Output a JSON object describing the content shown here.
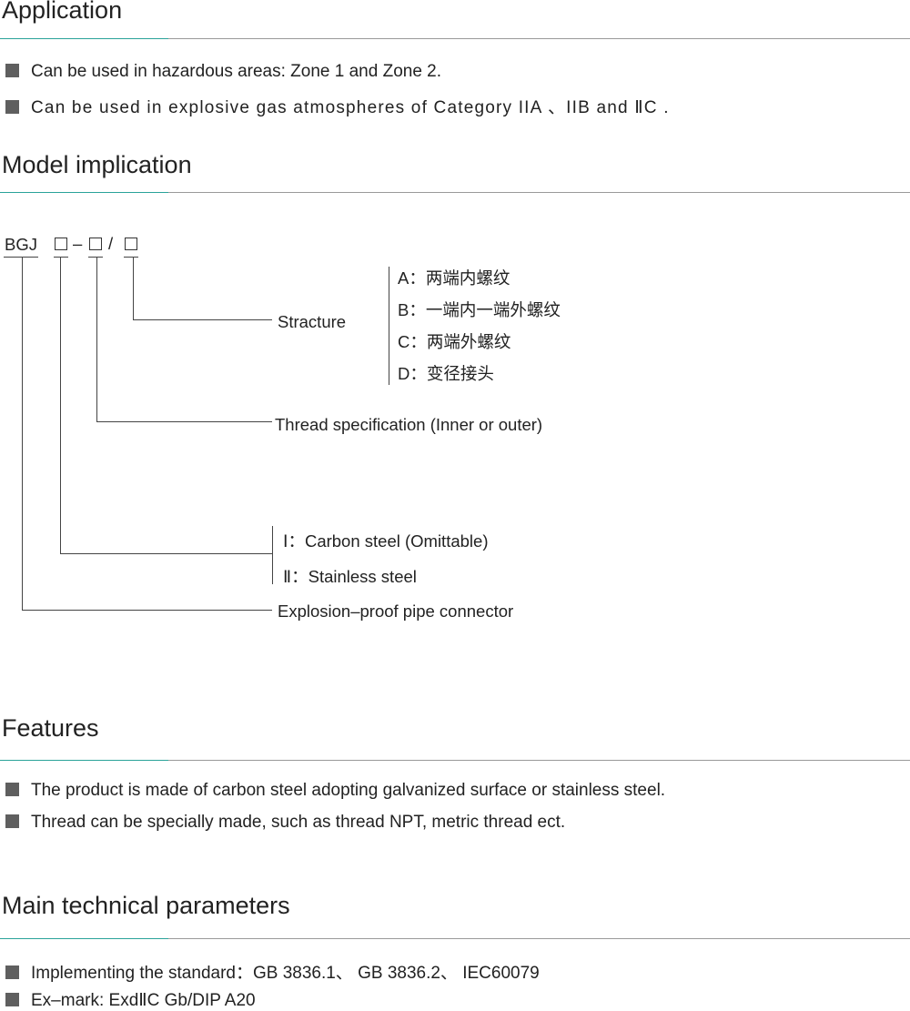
{
  "application": {
    "heading": "Application",
    "bullets": [
      "Can be used in hazardous areas: Zone 1 and Zone 2.",
      "Can be used in explosive gas atmospheres of  Category IIA 、IIB and  ⅡC ."
    ]
  },
  "model": {
    "heading": "Model implication",
    "code_prefix": "BGJ",
    "dash": "–",
    "slash": "/",
    "structure_label": "Stracture",
    "structure_options": [
      "A：两端内螺纹",
      "B：一端内一端外螺纹",
      "C：两端外螺纹",
      "D：变径接头"
    ],
    "thread_label": "Thread specification (Inner or outer)",
    "material_options": [
      "Ⅰ：Carbon steel (Omittable)",
      "Ⅱ：Stainless steel"
    ],
    "connector_label": "Explosion–proof pipe connector"
  },
  "features": {
    "heading": "Features",
    "bullets": [
      "The product is made of carbon steel adopting galvanized surface or stainless steel.",
      "Thread can be specially made, such as thread NPT,  metric thread ect."
    ]
  },
  "parameters": {
    "heading": "Main technical parameters",
    "bullets": [
      "Implementing the standard：GB 3836.1、 GB 3836.2、 IEC60079",
      "Ex–mark:  ExdⅡC Gb/DIP A20"
    ]
  },
  "colors": {
    "accent": "#2aa39a",
    "rule": "#9a9a9a",
    "bullet": "#5f5f5f"
  }
}
